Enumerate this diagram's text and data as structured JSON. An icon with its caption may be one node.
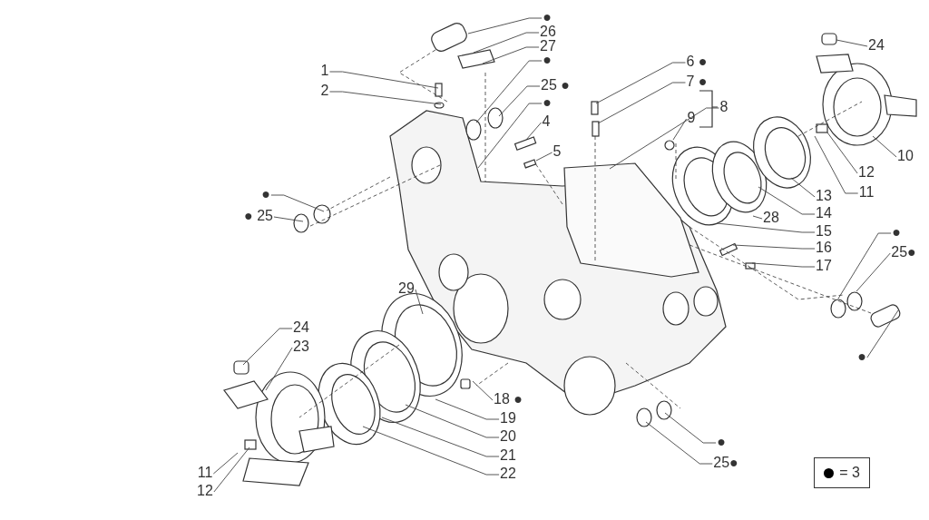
{
  "diagram": {
    "nodes": [
      {
        "text": [
          "●"
        ]
      },
      {
        "text": [
          "26"
        ]
      },
      {
        "text": [
          "27"
        ]
      },
      {
        "text": [
          "●"
        ]
      },
      {
        "text": [
          "25 ●"
        ]
      },
      {
        "text": [
          "●"
        ]
      },
      {
        "text": [
          "4"
        ]
      },
      {
        "text": [
          "5"
        ]
      },
      {
        "text": [
          "1"
        ]
      },
      {
        "text": [
          "2"
        ]
      },
      {
        "text": [
          "●"
        ]
      },
      {
        "text": [
          "● 25"
        ]
      },
      {
        "text": [
          "6 ●"
        ]
      },
      {
        "text": [
          "7 ●"
        ]
      },
      {
        "text": [
          "8"
        ]
      },
      {
        "text": [
          "9"
        ]
      },
      {
        "text": [
          "24"
        ]
      },
      {
        "text": [
          "10"
        ]
      },
      {
        "text": [
          "12"
        ]
      },
      {
        "text": [
          "11"
        ]
      },
      {
        "text": [
          "13"
        ]
      },
      {
        "text": [
          "14"
        ]
      },
      {
        "text": [
          "28"
        ]
      },
      {
        "text": [
          "15"
        ]
      },
      {
        "text": [
          "16"
        ]
      },
      {
        "text": [
          "17"
        ]
      },
      {
        "text": [
          "●"
        ]
      },
      {
        "text": [
          "25●"
        ]
      },
      {
        "text": [
          "●"
        ]
      },
      {
        "text": [
          "29"
        ]
      },
      {
        "text": [
          "24"
        ]
      },
      {
        "text": [
          "23"
        ]
      },
      {
        "text": [
          "11"
        ]
      },
      {
        "text": [
          "12"
        ]
      },
      {
        "text": [
          "18 ●"
        ]
      },
      {
        "text": [
          "19"
        ]
      },
      {
        "text": [
          "20"
        ]
      },
      {
        "text": [
          "21"
        ]
      },
      {
        "text": [
          "22"
        ]
      },
      {
        "text": [
          "●"
        ]
      },
      {
        "text": [
          "25●"
        ]
      }
    ],
    "edges": [
      {
        "from": 0,
        "to": null,
        "arrow": "none"
      },
      {
        "from": 1,
        "to": null,
        "arrow": "none"
      },
      {
        "from": 2,
        "to": null,
        "arrow": "none"
      },
      {
        "from": 3,
        "to": null,
        "arrow": "none"
      },
      {
        "from": 4,
        "to": null,
        "arrow": "none"
      },
      {
        "from": 5,
        "to": null,
        "arrow": "none"
      },
      {
        "from": 6,
        "to": null,
        "arrow": "none"
      },
      {
        "from": 7,
        "to": null,
        "arrow": "none"
      },
      {
        "from": 8,
        "to": null,
        "arrow": "none"
      },
      {
        "from": 9,
        "to": null,
        "arrow": "none"
      },
      {
        "from": 10,
        "to": null,
        "arrow": "none"
      },
      {
        "from": 11,
        "to": null,
        "arrow": "none"
      },
      {
        "from": 12,
        "to": null,
        "arrow": "none"
      },
      {
        "from": 13,
        "to": null,
        "arrow": "none"
      },
      {
        "from": 14,
        "to": null,
        "arrow": "none"
      },
      {
        "from": 15,
        "to": null,
        "arrow": "none"
      },
      {
        "from": 16,
        "to": null,
        "arrow": "none"
      },
      {
        "from": 17,
        "to": null,
        "arrow": "none"
      },
      {
        "from": 18,
        "to": null,
        "arrow": "none"
      },
      {
        "from": 19,
        "to": null,
        "arrow": "none"
      },
      {
        "from": 20,
        "to": null,
        "arrow": "none"
      },
      {
        "from": 21,
        "to": null,
        "arrow": "none"
      },
      {
        "from": 22,
        "to": null,
        "arrow": "none"
      },
      {
        "from": 23,
        "to": null,
        "arrow": "none"
      },
      {
        "from": 24,
        "to": null,
        "arrow": "none"
      },
      {
        "from": 25,
        "to": null,
        "arrow": "none"
      },
      {
        "from": 26,
        "to": null,
        "arrow": "none"
      },
      {
        "from": 27,
        "to": null,
        "arrow": "none"
      },
      {
        "from": 28,
        "to": null,
        "arrow": "none"
      },
      {
        "from": 29,
        "to": null,
        "arrow": "none"
      },
      {
        "from": 30,
        "to": null,
        "arrow": "none"
      },
      {
        "from": 31,
        "to": null,
        "arrow": "none"
      },
      {
        "from": 32,
        "to": null,
        "arrow": "none"
      },
      {
        "from": 33,
        "to": null,
        "arrow": "none"
      },
      {
        "from": 34,
        "to": null,
        "arrow": "none"
      },
      {
        "from": 35,
        "to": null,
        "arrow": "none"
      },
      {
        "from": 36,
        "to": null,
        "arrow": "none"
      },
      {
        "from": 37,
        "to": null,
        "arrow": "none"
      },
      {
        "from": 38,
        "to": null,
        "arrow": "none"
      },
      {
        "from": 39,
        "to": null,
        "arrow": "none"
      },
      {
        "from": 40,
        "to": null,
        "arrow": "none"
      }
    ],
    "legend": [
      {
        "text": "= 3",
        "color": "#000000"
      }
    ]
  }
}
